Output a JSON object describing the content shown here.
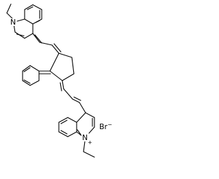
{
  "molecule": {
    "atoms": {
      "upper_nitrogen": "N",
      "lower_nitrogen": "N",
      "lower_nitrogen_charge": "+"
    },
    "counter_ion": {
      "symbol": "Br",
      "charge": "−"
    }
  }
}
